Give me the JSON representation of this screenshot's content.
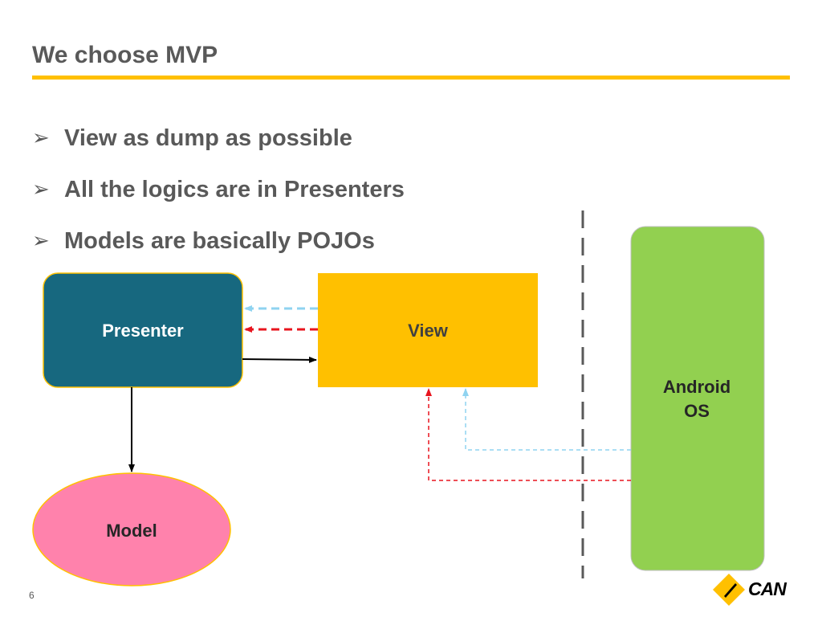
{
  "slide": {
    "title": "We choose MVP",
    "page_number": "6",
    "bullets": [
      {
        "marker": "➢",
        "text": "View as dump as possible"
      },
      {
        "marker": "➢",
        "text": "All the logics are in Presenters"
      },
      {
        "marker": "➢",
        "text": "Models are basically POJOs"
      }
    ]
  },
  "diagram": {
    "nodes": {
      "presenter": {
        "label": "Presenter",
        "color": "#17687f",
        "text_color": "#ffffff"
      },
      "view": {
        "label": "View",
        "color": "#ffc000",
        "text_color": "#404040"
      },
      "model": {
        "label": "Model",
        "color": "#ff82ac",
        "text_color": "#262626"
      },
      "android": {
        "label_line1": "Android",
        "label_line2": "OS",
        "color": "#92d050",
        "text_color": "#262626"
      }
    },
    "edges": [
      {
        "from": "view",
        "to": "presenter",
        "style": "dashed",
        "color": "#8fd3f0"
      },
      {
        "from": "view",
        "to": "presenter",
        "style": "dashed",
        "color": "#e8141e"
      },
      {
        "from": "presenter",
        "to": "view",
        "style": "solid",
        "color": "#000000"
      },
      {
        "from": "presenter",
        "to": "model",
        "style": "solid",
        "color": "#000000"
      },
      {
        "from": "android",
        "to": "view",
        "style": "dashed",
        "color": "#8fd3f0"
      },
      {
        "from": "android",
        "to": "view",
        "style": "dashed",
        "color": "#e8141e"
      }
    ],
    "separator": {
      "style": "dashed",
      "color": "#595959"
    }
  },
  "logo": {
    "text": "CAN",
    "mark_color": "#ffc000",
    "mark_accent": "#000000"
  }
}
